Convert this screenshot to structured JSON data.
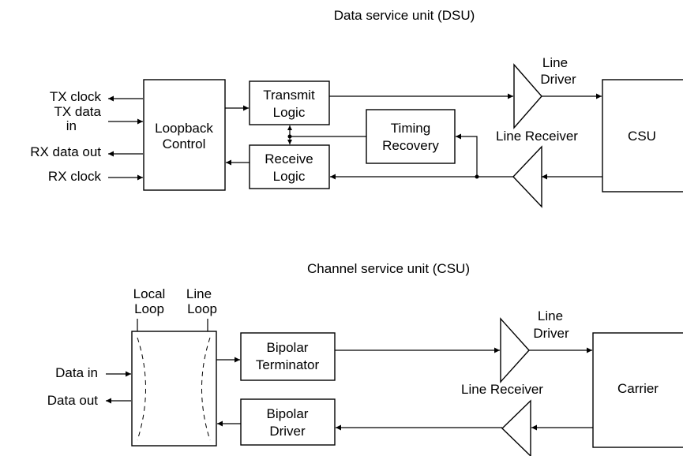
{
  "dsu": {
    "title": "Data service unit (DSU)",
    "signals": {
      "tx_clock": "TX clock",
      "tx_data_line1": "TX data",
      "tx_data_line2": "in",
      "rx_data_out": "RX data out",
      "rx_clock": "RX clock"
    },
    "loopback_control": [
      "Loopback",
      "Control"
    ],
    "transmit_logic": [
      "Transmit",
      "Logic"
    ],
    "receive_logic": [
      "Receive",
      "Logic"
    ],
    "timing_recovery": [
      "Timing",
      "Recovery"
    ],
    "line_driver": [
      "Line",
      "Driver"
    ],
    "line_receiver": "Line Receiver",
    "csu_box": "CSU"
  },
  "csu": {
    "title": "Channel service unit (CSU)",
    "local_loop": [
      "Local",
      "Loop"
    ],
    "line_loop": [
      "Line",
      "Loop"
    ],
    "data_in": "Data in",
    "data_out": "Data out",
    "bipolar_terminator": [
      "Bipolar",
      "Terminator"
    ],
    "bipolar_driver": [
      "Bipolar",
      "Driver"
    ],
    "line_driver": [
      "Line",
      "Driver"
    ],
    "line_receiver": "Line Receiver",
    "carrier_box": "Carrier"
  }
}
